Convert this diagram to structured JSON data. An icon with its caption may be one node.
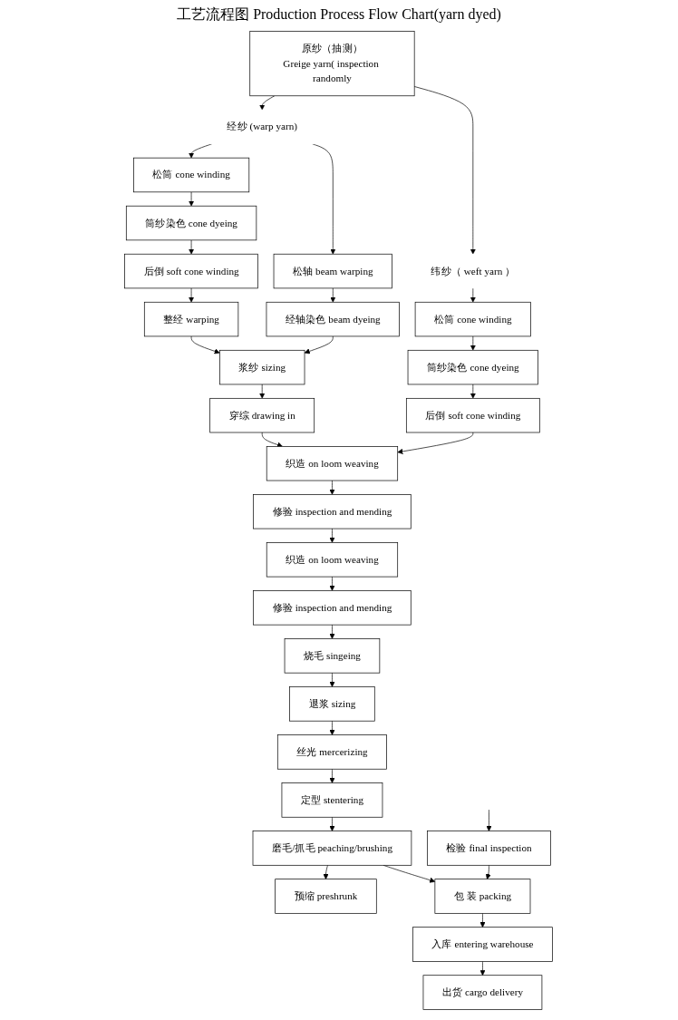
{
  "diagram": {
    "title": "工艺流程图 Production Process Flow Chart(yarn dyed)",
    "nodes": [
      {
        "text": [
          "原纱（抽测）",
          "Greige yarn( inspection randomly"
        ]
      },
      {
        "text": [
          "经纱 (warp yarn)"
        ]
      },
      {
        "text": [
          "纬纱（ weft yarn ）"
        ]
      },
      {
        "text": [
          "松筒 cone winding"
        ]
      },
      {
        "text": [
          "松轴 beam warping"
        ]
      },
      {
        "text": [
          "筒纱染色 cone dyeing"
        ]
      },
      {
        "text": [
          "经轴染色 beam dyeing"
        ]
      },
      {
        "text": [
          "后倒 soft cone winding"
        ]
      },
      {
        "text": [
          "整经 warping"
        ]
      },
      {
        "text": [
          "浆纱 sizing"
        ]
      },
      {
        "text": [
          "穿综 drawing in"
        ]
      },
      {
        "text": [
          "松筒 cone winding"
        ]
      },
      {
        "text": [
          "筒纱染色 cone dyeing"
        ]
      },
      {
        "text": [
          "后倒 soft cone winding"
        ]
      },
      {
        "text": [
          "织造 on loom weaving"
        ]
      },
      {
        "text": [
          "修验 inspection and mending"
        ]
      },
      {
        "text": [
          "织造 on loom weaving"
        ]
      },
      {
        "text": [
          "修验 inspection and mending"
        ]
      },
      {
        "text": [
          "烧毛 singeing"
        ]
      },
      {
        "text": [
          "退浆 sizing"
        ]
      },
      {
        "text": [
          "丝光 mercerizing"
        ]
      },
      {
        "text": [
          "定型 stentering"
        ]
      },
      {
        "text": [
          "磨毛/抓毛 peaching/brushing"
        ]
      },
      {
        "text": [
          "预缩 preshrunk"
        ]
      },
      {
        "text": [
          "检验 final inspection"
        ]
      },
      {
        "text": [
          "包 装 packing"
        ]
      },
      {
        "text": [
          "入库 entering warehouse"
        ]
      },
      {
        "text": [
          "出货 cargo delivery"
        ]
      }
    ],
    "edges": [
      {
        "from": 0,
        "to": 1,
        "arrow": "to"
      },
      {
        "from": 0,
        "to": 2,
        "arrow": "to"
      },
      {
        "from": 1,
        "to": 3,
        "arrow": "to"
      },
      {
        "from": 1,
        "to": 4,
        "arrow": "to"
      },
      {
        "from": 3,
        "to": 5,
        "arrow": "to"
      },
      {
        "from": 4,
        "to": 6,
        "arrow": "to"
      },
      {
        "from": 5,
        "to": 7,
        "arrow": "to"
      },
      {
        "from": 7,
        "to": 8,
        "arrow": "to"
      },
      {
        "from": 8,
        "to": 9,
        "arrow": "to"
      },
      {
        "from": 6,
        "to": 9,
        "arrow": "to"
      },
      {
        "from": 9,
        "to": 10,
        "arrow": "to"
      },
      {
        "from": 2,
        "to": 11,
        "arrow": "to"
      },
      {
        "from": 11,
        "to": 12,
        "arrow": "to"
      },
      {
        "from": 12,
        "to": 13,
        "arrow": "to"
      },
      {
        "from": 10,
        "to": 14,
        "arrow": "to"
      },
      {
        "from": 13,
        "to": 14,
        "arrow": "to"
      },
      {
        "from": 14,
        "to": 15,
        "arrow": "to"
      },
      {
        "from": 15,
        "to": 16,
        "arrow": "to"
      },
      {
        "from": 16,
        "to": 17,
        "arrow": "to"
      },
      {
        "from": 17,
        "to": 18,
        "arrow": "to"
      },
      {
        "from": 18,
        "to": 19,
        "arrow": "to"
      },
      {
        "from": 19,
        "to": 20,
        "arrow": "to"
      },
      {
        "from": 20,
        "to": 21,
        "arrow": "to"
      },
      {
        "from": 21,
        "to": 22,
        "arrow": "to"
      },
      {
        "from": 22,
        "to": 23,
        "arrow": "to"
      },
      {
        "from": 22,
        "to": 25,
        "arrow": "to"
      },
      {
        "from": null,
        "to": 24,
        "arrow": "to"
      },
      {
        "from": 24,
        "to": 25,
        "arrow": "to"
      },
      {
        "from": 25,
        "to": 26,
        "arrow": "to"
      },
      {
        "from": 26,
        "to": 27,
        "arrow": "to"
      }
    ]
  }
}
